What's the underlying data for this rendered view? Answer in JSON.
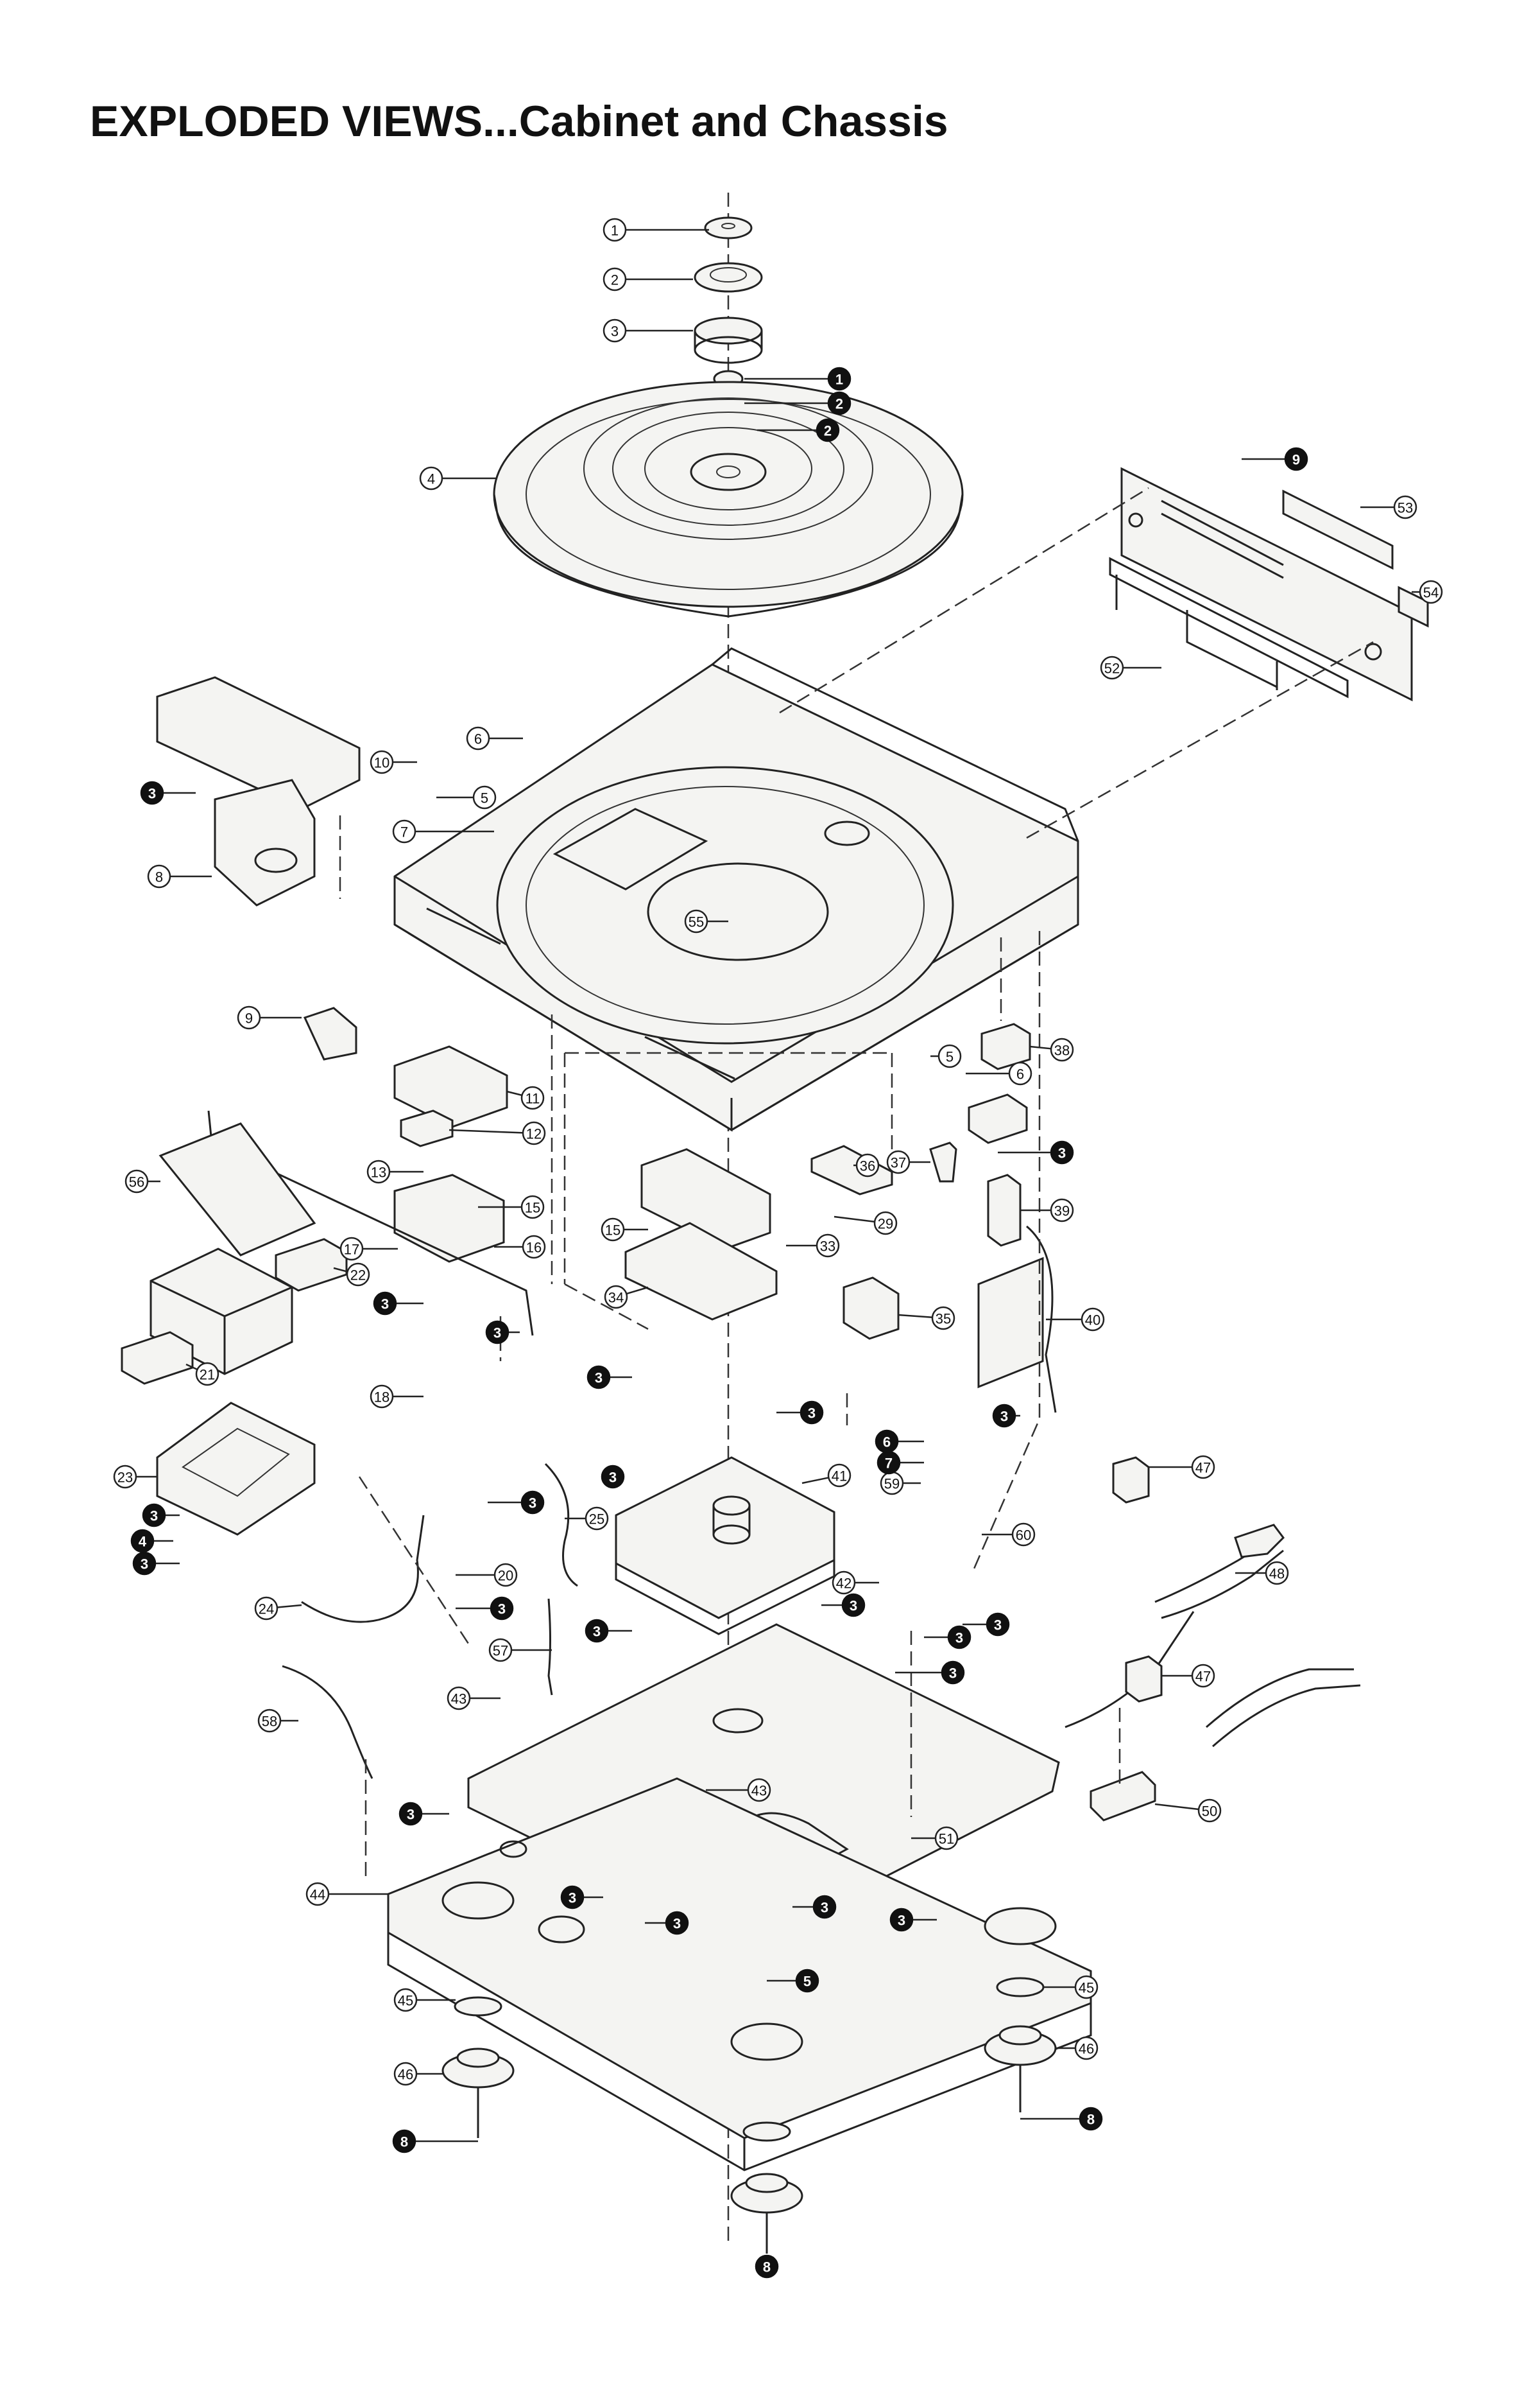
{
  "title": "EXPLODED VIEWS...Cabinet and Chassis",
  "colors": {
    "ink": "#111111",
    "paper": "#ffffff",
    "part_fill": "#f4f4f2"
  },
  "callouts": [
    {
      "id": "c1",
      "label": "1",
      "style": "open"
    },
    {
      "id": "c2",
      "label": "2",
      "style": "open"
    },
    {
      "id": "c3",
      "label": "3",
      "style": "open"
    },
    {
      "id": "c4",
      "label": "4",
      "style": "open"
    },
    {
      "id": "c5a",
      "label": "5",
      "style": "open"
    },
    {
      "id": "c5b",
      "label": "5",
      "style": "open"
    },
    {
      "id": "c6a",
      "label": "6",
      "style": "open"
    },
    {
      "id": "c6b",
      "label": "6",
      "style": "open"
    },
    {
      "id": "c7",
      "label": "7",
      "style": "open"
    },
    {
      "id": "c8",
      "label": "8",
      "style": "open"
    },
    {
      "id": "c9",
      "label": "9",
      "style": "open"
    },
    {
      "id": "c10",
      "label": "10",
      "style": "open"
    },
    {
      "id": "c11",
      "label": "11",
      "style": "open"
    },
    {
      "id": "c12",
      "label": "12",
      "style": "open"
    },
    {
      "id": "c13",
      "label": "13",
      "style": "open"
    },
    {
      "id": "c15a",
      "label": "15",
      "style": "open"
    },
    {
      "id": "c15b",
      "label": "15",
      "style": "open"
    },
    {
      "id": "c16",
      "label": "16",
      "style": "open"
    },
    {
      "id": "c17",
      "label": "17",
      "style": "open"
    },
    {
      "id": "c18",
      "label": "18",
      "style": "open"
    },
    {
      "id": "c20",
      "label": "20",
      "style": "open"
    },
    {
      "id": "c21",
      "label": "21",
      "style": "open"
    },
    {
      "id": "c22",
      "label": "22",
      "style": "open"
    },
    {
      "id": "c23",
      "label": "23",
      "style": "open"
    },
    {
      "id": "c24",
      "label": "24",
      "style": "open"
    },
    {
      "id": "c25",
      "label": "25",
      "style": "open"
    },
    {
      "id": "c29",
      "label": "29",
      "style": "open"
    },
    {
      "id": "c33",
      "label": "33",
      "style": "open"
    },
    {
      "id": "c34",
      "label": "34",
      "style": "open"
    },
    {
      "id": "c35",
      "label": "35",
      "style": "open"
    },
    {
      "id": "c36",
      "label": "36",
      "style": "open"
    },
    {
      "id": "c37",
      "label": "37",
      "style": "open"
    },
    {
      "id": "c38",
      "label": "38",
      "style": "open"
    },
    {
      "id": "c39",
      "label": "39",
      "style": "open"
    },
    {
      "id": "c40",
      "label": "40",
      "style": "open"
    },
    {
      "id": "c41",
      "label": "41",
      "style": "open"
    },
    {
      "id": "c42",
      "label": "42",
      "style": "open"
    },
    {
      "id": "c43a",
      "label": "43",
      "style": "open"
    },
    {
      "id": "c43b",
      "label": "43",
      "style": "open"
    },
    {
      "id": "c44",
      "label": "44",
      "style": "open"
    },
    {
      "id": "c45a",
      "label": "45",
      "style": "open"
    },
    {
      "id": "c45b",
      "label": "45",
      "style": "open"
    },
    {
      "id": "c46a",
      "label": "46",
      "style": "open"
    },
    {
      "id": "c46b",
      "label": "46",
      "style": "open"
    },
    {
      "id": "c47a",
      "label": "47",
      "style": "open"
    },
    {
      "id": "c47b",
      "label": "47",
      "style": "open"
    },
    {
      "id": "c48",
      "label": "48",
      "style": "open"
    },
    {
      "id": "c50",
      "label": "50",
      "style": "open"
    },
    {
      "id": "c51",
      "label": "51",
      "style": "open"
    },
    {
      "id": "c52",
      "label": "52",
      "style": "open"
    },
    {
      "id": "c53",
      "label": "53",
      "style": "open"
    },
    {
      "id": "c54",
      "label": "54",
      "style": "open"
    },
    {
      "id": "c55",
      "label": "55",
      "style": "open"
    },
    {
      "id": "c56",
      "label": "56",
      "style": "open"
    },
    {
      "id": "c57",
      "label": "57",
      "style": "open"
    },
    {
      "id": "c58",
      "label": "58",
      "style": "open"
    },
    {
      "id": "c59",
      "label": "59",
      "style": "open"
    },
    {
      "id": "c60",
      "label": "60",
      "style": "open"
    },
    {
      "id": "s1",
      "label": "1",
      "style": "solid"
    },
    {
      "id": "s2",
      "label": "2",
      "style": "solid"
    },
    {
      "id": "s2b",
      "label": "2",
      "style": "solid"
    },
    {
      "id": "s9",
      "label": "9",
      "style": "solid"
    },
    {
      "id": "s3a",
      "label": "3",
      "style": "solid"
    },
    {
      "id": "s3b",
      "label": "3",
      "style": "solid"
    },
    {
      "id": "s3c",
      "label": "3",
      "style": "solid"
    },
    {
      "id": "s3d",
      "label": "3",
      "style": "solid"
    },
    {
      "id": "s3e",
      "label": "3",
      "style": "solid"
    },
    {
      "id": "s3f",
      "label": "3",
      "style": "solid"
    },
    {
      "id": "s3g",
      "label": "3",
      "style": "solid"
    },
    {
      "id": "s3h",
      "label": "3",
      "style": "solid"
    },
    {
      "id": "s3i",
      "label": "3",
      "style": "solid"
    },
    {
      "id": "s3j",
      "label": "3",
      "style": "solid"
    },
    {
      "id": "s3k",
      "label": "3",
      "style": "solid"
    },
    {
      "id": "s3l",
      "label": "3",
      "style": "solid"
    },
    {
      "id": "s3m",
      "label": "3",
      "style": "solid"
    },
    {
      "id": "s3n",
      "label": "3",
      "style": "solid"
    },
    {
      "id": "s3o",
      "label": "3",
      "style": "solid"
    },
    {
      "id": "s3p",
      "label": "3",
      "style": "solid"
    },
    {
      "id": "s3q",
      "label": "3",
      "style": "solid"
    },
    {
      "id": "s3r",
      "label": "3",
      "style": "solid"
    },
    {
      "id": "s3s",
      "label": "3",
      "style": "solid"
    },
    {
      "id": "s3t",
      "label": "3",
      "style": "solid"
    },
    {
      "id": "s3u",
      "label": "3",
      "style": "solid"
    },
    {
      "id": "s3v",
      "label": "3",
      "style": "solid"
    },
    {
      "id": "s4",
      "label": "4",
      "style": "solid"
    },
    {
      "id": "s5",
      "label": "5",
      "style": "solid"
    },
    {
      "id": "s6",
      "label": "6",
      "style": "solid"
    },
    {
      "id": "s7",
      "label": "7",
      "style": "solid"
    },
    {
      "id": "s8a",
      "label": "8",
      "style": "solid"
    },
    {
      "id": "s8b",
      "label": "8",
      "style": "solid"
    },
    {
      "id": "s8c",
      "label": "8",
      "style": "solid"
    }
  ]
}
